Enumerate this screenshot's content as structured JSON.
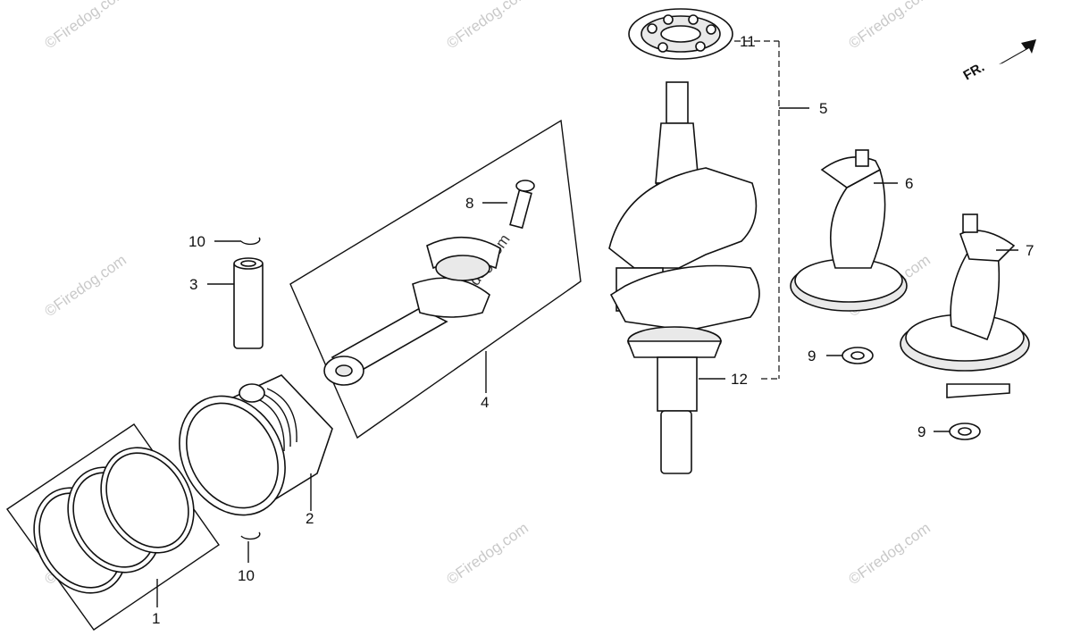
{
  "watermark": "©Firedog.com",
  "front_label": "FR.",
  "callouts": [
    {
      "id": "1",
      "label": "1"
    },
    {
      "id": "2",
      "label": "2"
    },
    {
      "id": "3",
      "label": "3"
    },
    {
      "id": "4",
      "label": "4"
    },
    {
      "id": "5",
      "label": "5"
    },
    {
      "id": "6",
      "label": "6"
    },
    {
      "id": "7",
      "label": "7"
    },
    {
      "id": "8",
      "label": "8"
    },
    {
      "id": "9a",
      "label": "9"
    },
    {
      "id": "9b",
      "label": "9"
    },
    {
      "id": "10a",
      "label": "10"
    },
    {
      "id": "10b",
      "label": "10"
    },
    {
      "id": "11",
      "label": "11"
    },
    {
      "id": "12",
      "label": "12"
    }
  ]
}
